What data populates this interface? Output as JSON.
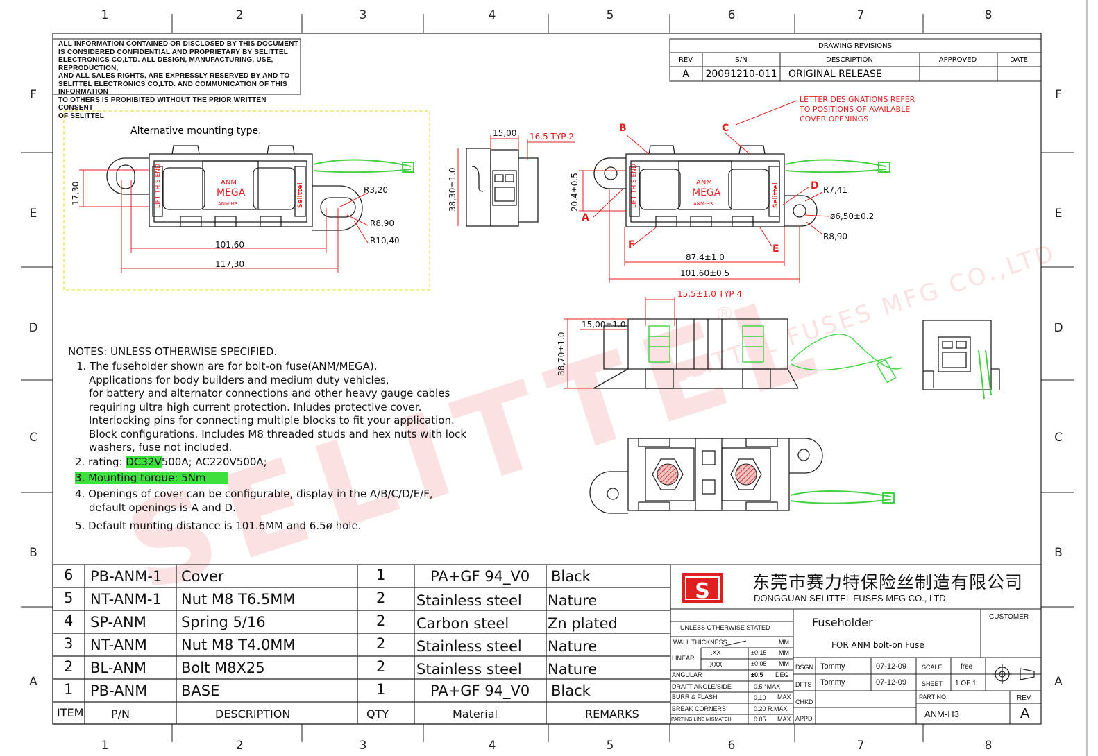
{
  "grid": {
    "cols": [
      "1",
      "2",
      "3",
      "4",
      "5",
      "6",
      "7",
      "8"
    ],
    "rows": [
      "F",
      "E",
      "D",
      "C",
      "B",
      "A"
    ]
  },
  "confidential_lines": [
    "ALL INFORMATION CONTAINED OR DISCLOSED BY THIS DOCUMENT",
    "IS CONSIDERED CONFIDENTIAL AND PROPRIETARY BY SELITTEL",
    "ELECTRONICS CO,LTD. ALL DESIGN, MANUFACTURING, USE, REPRODUCTION,",
    "AND ALL SALES RIGHTS, ARE EXPRESSLY RESERVED BY AND TO",
    "SELITTEL ELECTRONICS CO,LTD. AND COMMUNICATION OF THIS INFORMATION",
    "TO OTHERS IS PROHIBITED WITHOUT THE PRIOR WRITTEN CONSENT",
    "OF SELITTEL"
  ],
  "revisions": {
    "title": "DRAWING REVISIONS",
    "headers": [
      "REV",
      "S/N",
      "DESCRIPTION",
      "APPROVED",
      "DATE"
    ],
    "row": [
      "A",
      "20091210-011",
      "ORIGINAL RELEASE",
      "",
      ""
    ]
  },
  "alt_mount_label": "Alternative mounting type.",
  "fuse_text": {
    "anm": "ANM",
    "mega": "MEGA",
    "model": "ANM-H3",
    "lift": "LIFT THIS END",
    "brand": "Selittel"
  },
  "dims": {
    "a_h1730": "17,30",
    "a_l10160": "101,60",
    "a_l11730": "117,30",
    "a_r320": "R3,20",
    "a_r890": "R8,90",
    "a_r1040": "R10,40",
    "s_w1500": "15,00",
    "s_typ": "16.5 TYP 2",
    "s_h3830": "38,30±1.0",
    "m_h204": "20.4±0.5",
    "m_l874": "87.4±1.0",
    "m_l1016": "101.60±0.5",
    "m_r741": "R7,41",
    "m_d650": "ø6,50±0.2",
    "m_r890": "R8,90",
    "f_typ4": "15.5±1.0 TYP 4",
    "f_w1500": "15,00±1.0",
    "f_h3870": "38,70±1.0"
  },
  "letters": [
    "A",
    "B",
    "C",
    "D",
    "E",
    "F"
  ],
  "letter_note": [
    "LETTER DESIGNATIONS REFER",
    "TO POSITIONS OF AVAILABLE",
    "COVER OPENINGS"
  ],
  "watermark": {
    "brand": "SELITTEL",
    "company": "SELITTEL FUSES MFG CO.,LTD",
    "registered": "®"
  },
  "notes": {
    "header": "NOTES: UNLESS OTHERWISE SPECIFIED.",
    "n1": [
      "1. The fuseholder shown are for bolt-on fuse(ANM/MEGA).",
      "Applications for body builders and medium duty vehicles,",
      "for battery and alternator connections and other heavy gauge cables",
      "requiring ultra high current protection. Inludes protective cover.",
      "Interlocking pins for connecting multiple blocks to fit your application.",
      "Block configurations. Includes M8 threaded studs and hex nuts with lock",
      "washers, fuse not included."
    ],
    "n2_prefix": "2. rating: ",
    "n2_hl": "DC32V",
    "n2_rest": "500A; AC220V500A;",
    "n3": "3. Mounting torque: 5Nm",
    "n4a": "4. Openings of cover can be configurable, display in the A/B/C/D/E/F,",
    "n4b": "default openings is A and D.",
    "n5": "5. Default munting distance is 101.6MM and 6.5ø hole."
  },
  "bom": {
    "rows": [
      {
        "item": "6",
        "pn": "PB-ANM-1",
        "desc": "Cover",
        "qty": "1",
        "mat": "PA+GF 94_V0",
        "rem": "Black"
      },
      {
        "item": "5",
        "pn": "NT-ANM-1",
        "desc": "Nut  M8 T6.5MM",
        "qty": "2",
        "mat": "Stainless steel",
        "rem": "Nature"
      },
      {
        "item": "4",
        "pn": "SP-ANM",
        "desc": "Spring  5/16",
        "qty": "2",
        "mat": "Carbon steel",
        "rem": "Zn plated"
      },
      {
        "item": "3",
        "pn": "NT-ANM",
        "desc": "Nut  M8 T4.0MM",
        "qty": "2",
        "mat": "Stainless steel",
        "rem": "Nature"
      },
      {
        "item": "2",
        "pn": "BL-ANM",
        "desc": "Bolt M8X25",
        "qty": "2",
        "mat": "Stainless steel",
        "rem": "Nature"
      },
      {
        "item": "1",
        "pn": "PB-ANM",
        "desc": "BASE",
        "qty": "1",
        "mat": "PA+GF 94_V0",
        "rem": "Black"
      }
    ],
    "headers": {
      "item": "ITEM",
      "pn": "P/N",
      "desc": "DESCRIPTION",
      "qty": "QTY",
      "mat": "Material",
      "rem": "REMARKS"
    }
  },
  "titleblock": {
    "logo": "S",
    "company_cn": "东莞市赛力特保险丝制造有限公司",
    "company_en": "DONGGUAN SELITTEL FUSES MFG CO., LTD",
    "unless": "UNLESS OTHERWISE STATED",
    "wall": "WALL THICKNESS",
    "mm": "MM",
    "linear": "LINEAR",
    "xx": ".XX",
    "xx_tol": "±0.15",
    "xxx": ".XXX",
    "xxx_tol": "±0.05",
    "angular": "ANGULAR",
    "angular_tol": "±0.5",
    "deg": "DEG",
    "draft": "DRAFT ANGLE/SIDE",
    "draft_val": "0.5 °MAX",
    "burr": "BURR & FLASH",
    "burr_val": "0.10",
    "max": "MAX",
    "break": "BREAK  CORNERS",
    "break_val": "0.20 R.MAX",
    "parting": "PARTING LINE MISMATCH",
    "parting_val": "0.05",
    "title": "Fuseholder",
    "subtitle": "FOR  ANM  bolt-on  Fuse",
    "customer": "CUSTOMER",
    "dsgn": "DSGN",
    "dfts": "DFTS",
    "chkd": "CHKD",
    "appd": "APPD",
    "dsgn_name": "Tommy",
    "dfts_name": "Tommy",
    "dsgn_date": "07-12-09",
    "dfts_date": "07-12-09",
    "scale": "SCALE",
    "scale_val": "free",
    "sheet": "SHEET",
    "sheet_val": "1  OF  1",
    "partno": "PART NO.",
    "partno_val": "ANM-H3",
    "rev": "REV",
    "rev_val": "A"
  },
  "colors": {
    "red": "#e02020",
    "green_wire": "#43d143",
    "highlight": "#3ee03e",
    "frame": "#222222",
    "dashed_box": "#e8e050"
  }
}
